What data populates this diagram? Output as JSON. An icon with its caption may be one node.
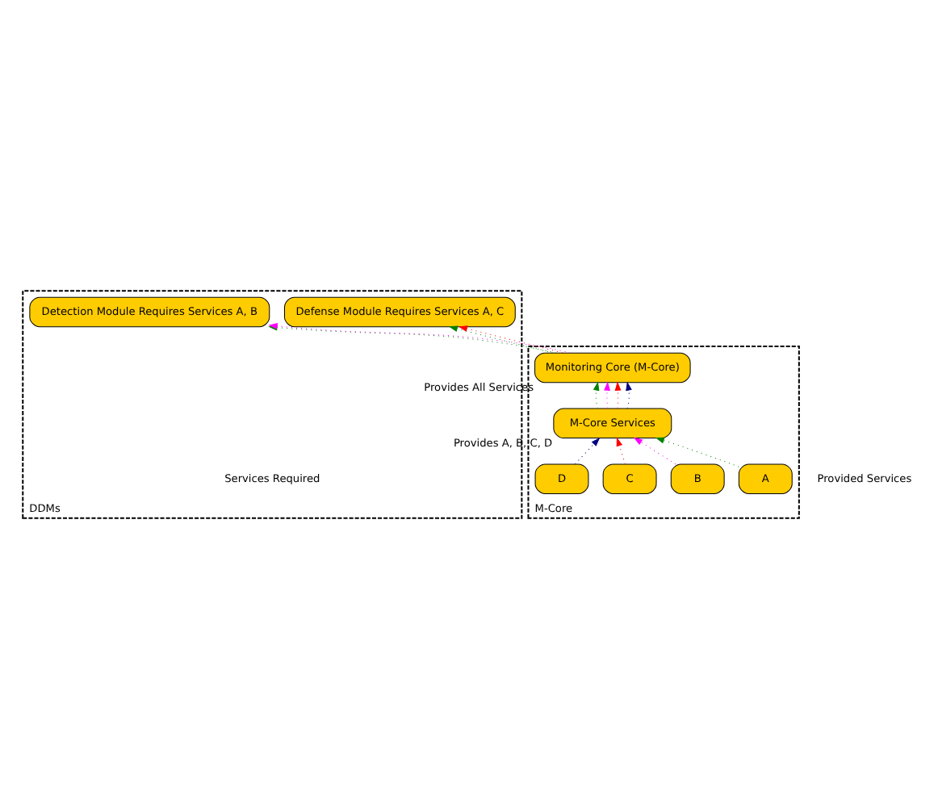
{
  "diagram": {
    "nodes": [
      {
        "text": [
          "DDMs",
          "Services Required"
        ]
      },
      {
        "text": [
          "Defense Module Requires Services A, C"
        ],
        "in": 0
      },
      {
        "text": [
          "Detection Module Requires Services A, B"
        ],
        "in": 0
      },
      {
        "text": [
          "M-Core"
        ]
      },
      {
        "text": [
          "Monitoring Core (M-Core)"
        ],
        "in": 3,
        "beside": [
          "Provides All Services"
        ]
      },
      {
        "text": [
          "M-Core Services"
        ],
        "in": 3,
        "beside": [
          "Provides A, B, C, D"
        ]
      },
      {
        "text": [
          "A"
        ],
        "in": 3
      },
      {
        "text": [
          "B"
        ],
        "in": 3
      },
      {
        "text": [
          "C"
        ],
        "in": 3
      },
      {
        "text": [
          "D"
        ],
        "in": 3
      }
    ],
    "edges": [
      {
        "from": 6,
        "to": 5,
        "arrow": "to",
        "color": "#008000"
      },
      {
        "from": 7,
        "to": 5,
        "arrow": "to",
        "color": "#ff00ff"
      },
      {
        "from": 8,
        "to": 5,
        "arrow": "to",
        "color": "#ff0000"
      },
      {
        "from": 9,
        "to": 5,
        "arrow": "to",
        "color": "#000080"
      },
      {
        "from": 5,
        "to": 4,
        "arrow": "to",
        "color": "#008000"
      },
      {
        "from": 5,
        "to": 4,
        "arrow": "to",
        "color": "#ff00ff"
      },
      {
        "from": 5,
        "to": 4,
        "arrow": "to",
        "color": "#ff0000"
      },
      {
        "from": 5,
        "to": 4,
        "arrow": "to",
        "color": "#000080"
      },
      {
        "from": 4,
        "to": 1,
        "arrow": "to",
        "color": "#008000"
      },
      {
        "from": 4,
        "to": 1,
        "arrow": "to",
        "color": "#ff0000"
      },
      {
        "from": 4,
        "to": 2,
        "arrow": "to",
        "color": "#008000"
      },
      {
        "from": 4,
        "to": 2,
        "arrow": "to",
        "color": "#ff00ff"
      }
    ],
    "labels": [
      "Provided Services"
    ]
  }
}
